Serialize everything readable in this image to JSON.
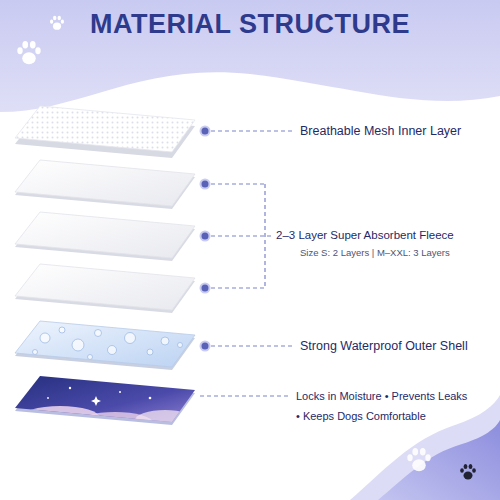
{
  "diagram": {
    "title": "MATERIAL STRUCTURE",
    "labels": [
      "Breathable Mesh Inner Layer",
      "2–3 Layer Super Absorbent Fleece",
      "Size S: 2 Layers | M–XXL: 3 Layers",
      "Strong Waterproof Outer Shell",
      "Locks in Moisture • Prevents Leaks",
      "• Keeps Dogs Comfortable"
    ]
  }
}
